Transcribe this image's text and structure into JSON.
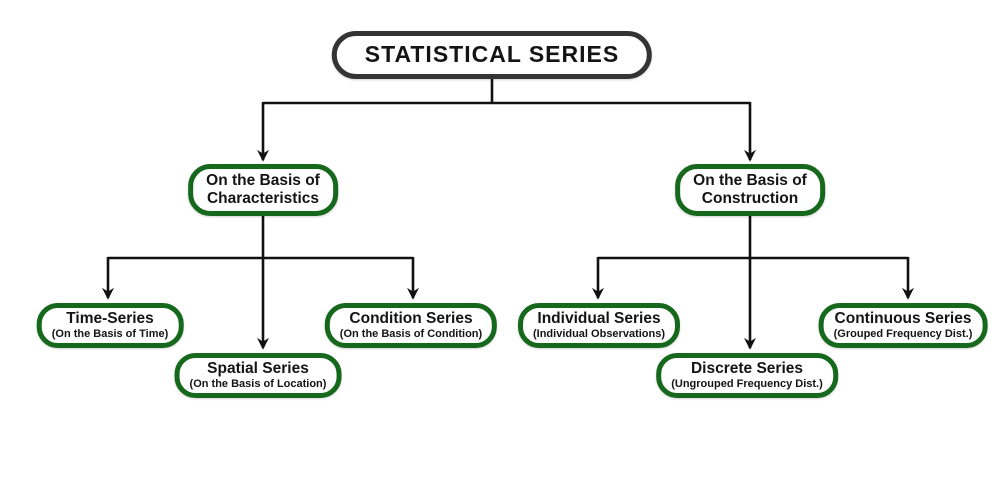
{
  "root": {
    "label": "STATISTICAL SERIES"
  },
  "level1": [
    {
      "id": "characteristics",
      "line1": "On the Basis of",
      "line2": "Characteristics"
    },
    {
      "id": "construction",
      "line1": "On the Basis of",
      "line2": "Construction"
    }
  ],
  "level2": [
    {
      "id": "time-series",
      "title": "Time-Series",
      "subtitle": "(On the Basis of Time)"
    },
    {
      "id": "spatial-series",
      "title": "Spatial Series",
      "subtitle": "(On the Basis of Location)"
    },
    {
      "id": "condition-series",
      "title": "Condition Series",
      "subtitle": "(On the Basis of Condition)"
    },
    {
      "id": "individual-series",
      "title": "Individual Series",
      "subtitle": "(Individual Observations)"
    },
    {
      "id": "discrete-series",
      "title": "Discrete Series",
      "subtitle": "(Ungrouped Frequency Dist.)"
    },
    {
      "id": "continuous-series",
      "title": "Continuous Series",
      "subtitle": "(Grouped Frequency Dist.)"
    }
  ],
  "colors": {
    "node_border_green": "#16691c",
    "root_border_gray": "#343434",
    "connector_black": "#111111",
    "text": "#141414",
    "background": "#ffffff"
  }
}
